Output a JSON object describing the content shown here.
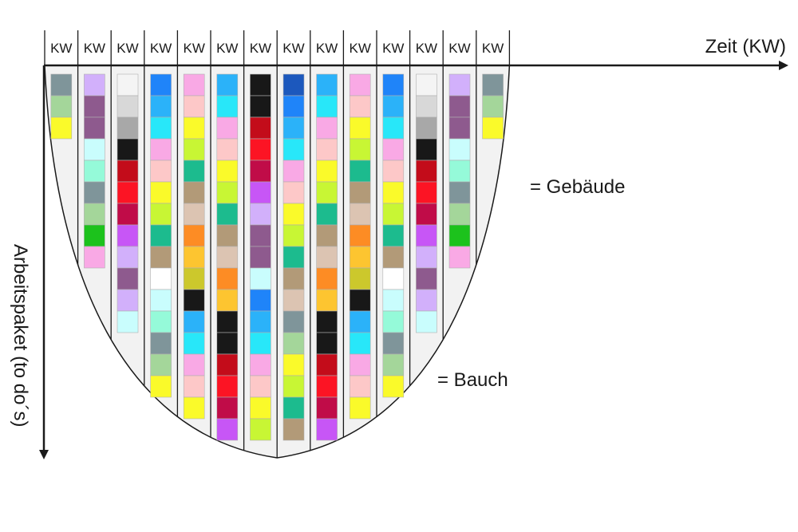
{
  "diagram": {
    "week_label": "KW",
    "x_axis_title": "Zeit (KW)",
    "y_axis_title": "Arbeitspaket (to do´s)",
    "annotation_top": "= Gebäude",
    "annotation_bottom": "= Bauch"
  },
  "columns": [
    {
      "tasks": [
        "#7f959a",
        "#a4d69a",
        "#fafa2a"
      ]
    },
    {
      "tasks": [
        "#d2b0fb",
        "#8e5a8e",
        "#8e5a8e",
        "#c9fdfd",
        "#95fad9",
        "#7f959a",
        "#a4d69a",
        "#1cc21c",
        "#f9a9e5"
      ]
    },
    {
      "tasks": [
        "#f4f4f4",
        "#d8d8d8",
        "#a8a8a8",
        "#181818",
        "#c30c1a",
        "#fc1424",
        "#c00c48",
        "#c756f6",
        "#d2b0fb",
        "#8e5a8e",
        "#d2b0fb",
        "#c9fdfd"
      ]
    },
    {
      "tasks": [
        "#1f84f9",
        "#2bb2f9",
        "#28e7f9",
        "#f9a9e5",
        "#fdc8c8",
        "#fafa2a",
        "#c8f634",
        "#1cbb8e",
        "#b29a78",
        "#ffffff",
        "#c9fdfd",
        "#95fad9",
        "#7f959a",
        "#a4d69a",
        "#fafa2a"
      ]
    },
    {
      "tasks": [
        "#f9a9e5",
        "#fdc8c8",
        "#fafa2a",
        "#c8f634",
        "#1cbb8e",
        "#b29a78",
        "#dcc4b2",
        "#fd8c24",
        "#fdc530",
        "#ccc82c",
        "#181818",
        "#2bb2f9",
        "#28e7f9",
        "#f9a9e5",
        "#fdc8c8",
        "#fafa2a"
      ]
    },
    {
      "tasks": [
        "#2bb2f9",
        "#28e7f9",
        "#f9a9e5",
        "#fdc8c8",
        "#fafa2a",
        "#c8f634",
        "#1cbb8e",
        "#b29a78",
        "#dcc4b2",
        "#fd8c24",
        "#fdc530",
        "#181818",
        "#181818",
        "#c30c1a",
        "#fc1424",
        "#c00c48",
        "#c756f6"
      ]
    },
    {
      "tasks": [
        "#181818",
        "#181818",
        "#c30c1a",
        "#fc1424",
        "#c00c48",
        "#c756f6",
        "#d2b0fb",
        "#8e5a8e",
        "#8e5a8e",
        "#c9fdfd",
        "#1f84f9",
        "#2bb2f9",
        "#28e7f9",
        "#f9a9e5",
        "#fdc8c8",
        "#fafa2a",
        "#c8f634"
      ]
    },
    {
      "tasks": [
        "#1c58bd",
        "#1f84f9",
        "#2bb2f9",
        "#28e7f9",
        "#f9a9e5",
        "#fdc8c8",
        "#fafa2a",
        "#c8f634",
        "#1cbb8e",
        "#b29a78",
        "#dcc4b2",
        "#7f959a",
        "#a4d69a",
        "#fafa2a",
        "#c8f634",
        "#1cbb8e",
        "#b29a78"
      ]
    },
    {
      "tasks": [
        "#2bb2f9",
        "#28e7f9",
        "#f9a9e5",
        "#fdc8c8",
        "#fafa2a",
        "#c8f634",
        "#1cbb8e",
        "#b29a78",
        "#dcc4b2",
        "#fd8c24",
        "#fdc530",
        "#181818",
        "#181818",
        "#c30c1a",
        "#fc1424",
        "#c00c48",
        "#c756f6"
      ]
    },
    {
      "tasks": [
        "#f9a9e5",
        "#fdc8c8",
        "#fafa2a",
        "#c8f634",
        "#1cbb8e",
        "#b29a78",
        "#dcc4b2",
        "#fd8c24",
        "#fdc530",
        "#ccc82c",
        "#181818",
        "#2bb2f9",
        "#28e7f9",
        "#f9a9e5",
        "#fdc8c8",
        "#fafa2a"
      ]
    },
    {
      "tasks": [
        "#1f84f9",
        "#2bb2f9",
        "#28e7f9",
        "#f9a9e5",
        "#fdc8c8",
        "#fafa2a",
        "#c8f634",
        "#1cbb8e",
        "#b29a78",
        "#ffffff",
        "#c9fdfd",
        "#95fad9",
        "#7f959a",
        "#a4d69a",
        "#fafa2a"
      ]
    },
    {
      "tasks": [
        "#f4f4f4",
        "#d8d8d8",
        "#a8a8a8",
        "#181818",
        "#c30c1a",
        "#fc1424",
        "#c00c48",
        "#c756f6",
        "#d2b0fb",
        "#8e5a8e",
        "#d2b0fb",
        "#c9fdfd"
      ]
    },
    {
      "tasks": [
        "#d2b0fb",
        "#8e5a8e",
        "#8e5a8e",
        "#c9fdfd",
        "#95fad9",
        "#7f959a",
        "#a4d69a",
        "#1cc21c",
        "#f9a9e5"
      ]
    },
    {
      "tasks": [
        "#7f959a",
        "#a4d69a",
        "#fafa2a"
      ]
    }
  ]
}
